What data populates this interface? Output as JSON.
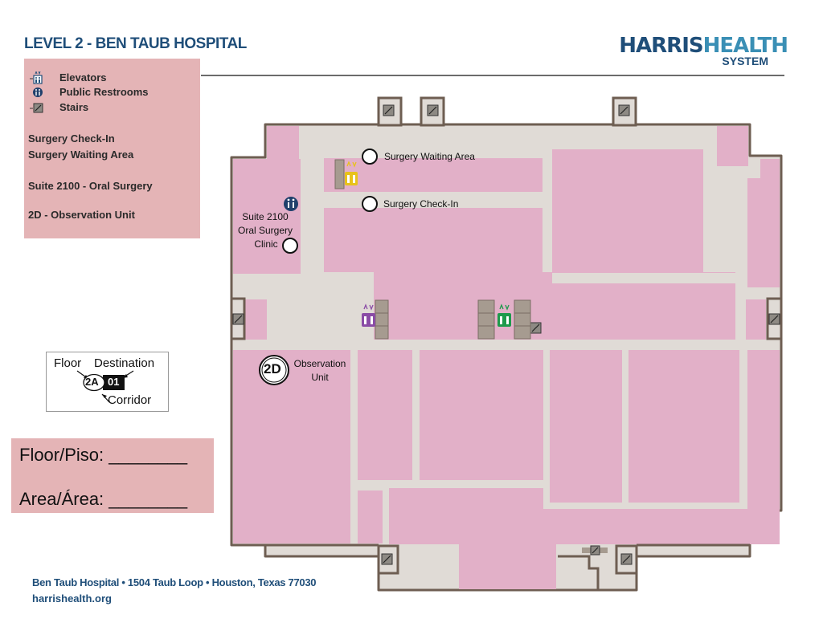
{
  "header": {
    "title": "LEVEL 2 - BEN TAUB HOSPITAL",
    "logo_line1_part1": "HARRIS",
    "logo_line1_part2": "HEALTH",
    "logo_line2": "SYSTEM"
  },
  "legend": {
    "icons": [
      {
        "icon": "elevator-icon",
        "label": "Elevators"
      },
      {
        "icon": "restroom-icon",
        "label": "Public Restrooms"
      },
      {
        "icon": "stairs-icon",
        "label": "Stairs"
      }
    ],
    "areas": [
      "Surgery Check-In",
      "Surgery Waiting Area",
      "Suite 2100 - Oral Surgery",
      "2D  - Observation Unit"
    ]
  },
  "key": {
    "floor": "Floor",
    "destination": "Destination",
    "floor_code": "2A",
    "destination_code": "01",
    "corridor": "Corridor"
  },
  "fill_in": {
    "floor": "Floor/Piso: ________",
    "area": "Area/Área: ________"
  },
  "map_labels": {
    "surgery_waiting": "Surgery Waiting Area",
    "surgery_checkin": "Surgery Check-In",
    "suite_line1": "Suite 2100",
    "suite_line2": "Oral Surgery",
    "suite_line3": "Clinic",
    "obs_badge": "2D",
    "obs_line1": "Observation",
    "obs_line2": "Unit"
  },
  "footer": {
    "address": "Ben Taub Hospital • 1504 Taub Loop • Houston, Texas 77030",
    "website": "harrishealth.org"
  },
  "colors": {
    "room": "#e2b0c8",
    "corridor": "#e0dbd6",
    "wall": "#6e5e52",
    "legend_bg": "#e4b4b6",
    "brand_blue": "#1f4e79",
    "elevator_yellow": "#e8c21a",
    "elevator_purple": "#8a4ca6",
    "elevator_green": "#1e9a4c",
    "restroom_blue": "#1f3f6b"
  }
}
